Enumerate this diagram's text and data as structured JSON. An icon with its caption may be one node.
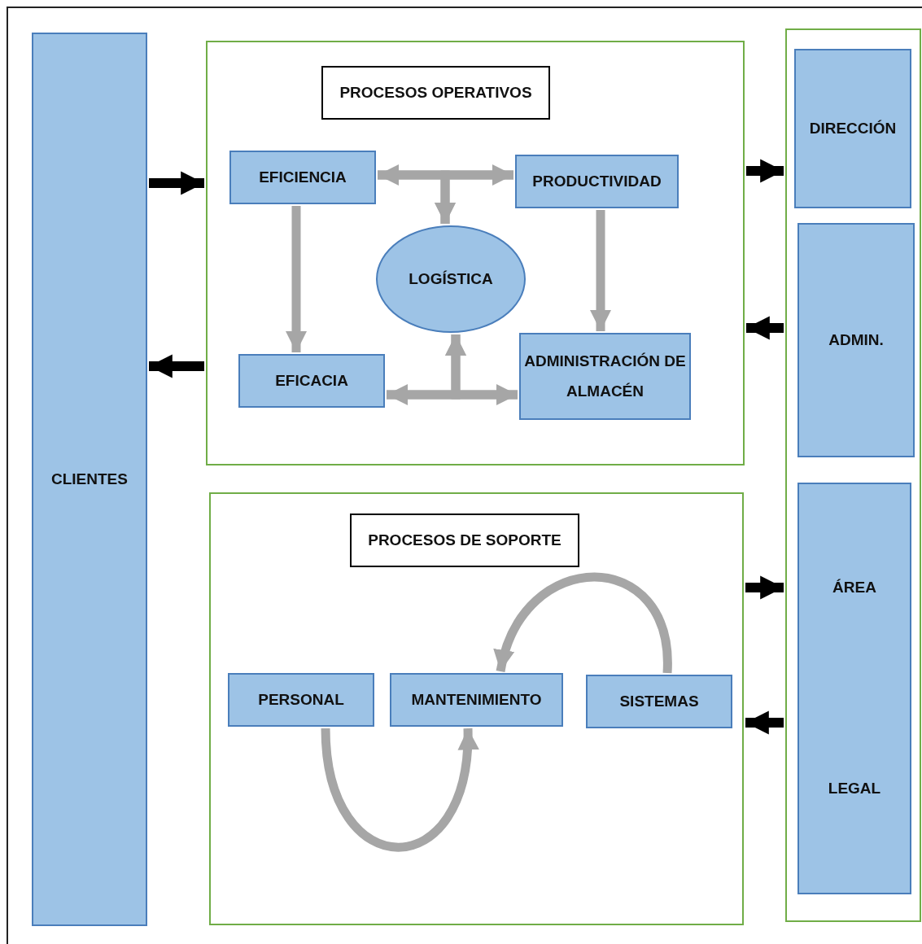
{
  "diagram": {
    "nodes": [
      {
        "text": [
          "CLIENTES"
        ]
      },
      {
        "text": [
          "PROCESOS OPERATIVOS"
        ]
      },
      {
        "text": [
          "EFICIENCIA"
        ],
        "in": 1
      },
      {
        "text": [
          "PRODUCTIVIDAD"
        ],
        "in": 1
      },
      {
        "text": [
          "LOGÍSTICA"
        ],
        "in": 1
      },
      {
        "text": [
          "EFICACIA"
        ],
        "in": 1
      },
      {
        "text": [
          "ADMINISTRACIÓN DE ALMACÉN"
        ],
        "in": 1
      },
      {
        "text": [
          "PROCESOS DE SOPORTE"
        ]
      },
      {
        "text": [
          "PERSONAL"
        ],
        "in": 7
      },
      {
        "text": [
          "MANTENIMIENTO"
        ],
        "in": 7
      },
      {
        "text": [
          "SISTEMAS"
        ],
        "in": 7
      },
      {
        "text": [],
        "shape": "box"
      },
      {
        "text": [
          "DIRECCIÓN"
        ],
        "in": 11
      },
      {
        "text": [
          "ADMIN."
        ],
        "in": 11
      },
      {
        "text": [
          "ÁREA",
          "LEGAL"
        ],
        "in": 11
      }
    ],
    "edges": [
      {
        "from": 0,
        "to": 1,
        "arrow": "to",
        "color": "#000000"
      },
      {
        "from": 1,
        "to": 0,
        "arrow": "to",
        "color": "#000000"
      },
      {
        "from": 1,
        "to": 11,
        "arrow": "to",
        "color": "#000000"
      },
      {
        "from": 11,
        "to": 1,
        "arrow": "to",
        "color": "#000000"
      },
      {
        "from": 7,
        "to": 11,
        "arrow": "to",
        "color": "#000000"
      },
      {
        "from": 11,
        "to": 7,
        "arrow": "to",
        "color": "#000000"
      },
      {
        "from": 2,
        "to": 3,
        "arrow": "both"
      },
      {
        "from": 2,
        "to": 4,
        "arrow": "to"
      },
      {
        "from": 3,
        "to": 4,
        "arrow": "to"
      },
      {
        "from": 5,
        "to": 6,
        "arrow": "both"
      },
      {
        "from": 5,
        "to": 4,
        "arrow": "to"
      },
      {
        "from": 6,
        "to": 4,
        "arrow": "to"
      },
      {
        "from": 2,
        "to": 5,
        "arrow": "to"
      },
      {
        "from": 3,
        "to": 6,
        "arrow": "to"
      },
      {
        "from": 10,
        "to": 9,
        "arrow": "to"
      },
      {
        "from": 8,
        "to": 9,
        "arrow": "to"
      }
    ]
  }
}
